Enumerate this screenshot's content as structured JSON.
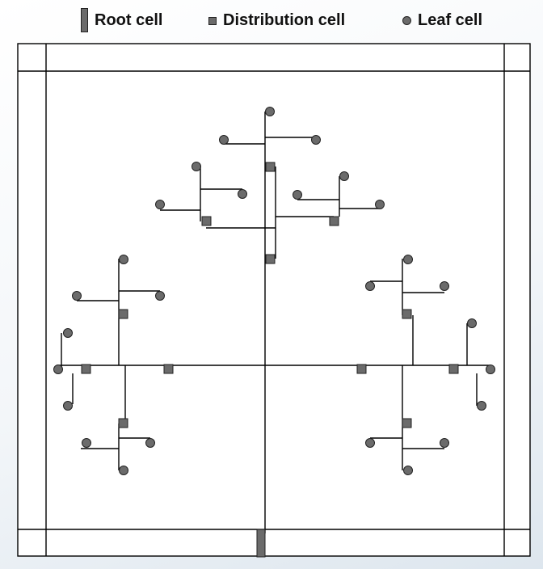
{
  "legend": {
    "root_label": "Root cell",
    "distribution_label": "Distribution cell",
    "leaf_label": "Leaf cell"
  },
  "colors": {
    "cell_fill": "#6b6b6b",
    "cell_stroke": "#222222",
    "wire": "#000000",
    "frame": "#000000"
  }
}
